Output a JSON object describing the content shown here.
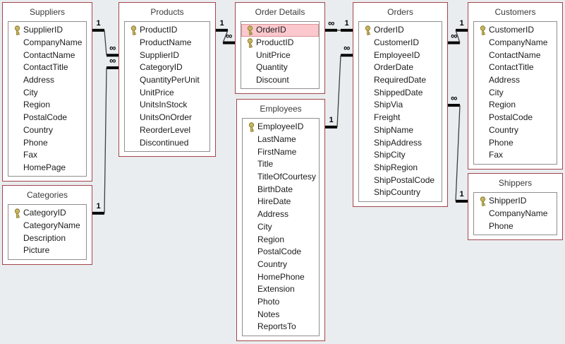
{
  "colors": {
    "canvas_background": "#eaedf0",
    "table_frame_border": "#a2464b",
    "field_box_border": "#8f8f8f",
    "highlight_row_fill": "#fac8cd",
    "highlight_row_border": "#dd9499",
    "relationship_line": "#3e3e3e",
    "join_bar": "#050505",
    "key_icon_gold": "#e0cd68"
  },
  "icons": {
    "primary_key": "key-icon"
  },
  "tables": [
    {
      "id": "suppliers",
      "title": "Suppliers",
      "fields": [
        {
          "name": "SupplierID",
          "key": true
        },
        {
          "name": "CompanyName"
        },
        {
          "name": "ContactName"
        },
        {
          "name": "ContactTitle"
        },
        {
          "name": "Address"
        },
        {
          "name": "City"
        },
        {
          "name": "Region"
        },
        {
          "name": "PostalCode"
        },
        {
          "name": "Country"
        },
        {
          "name": "Phone"
        },
        {
          "name": "Fax"
        },
        {
          "name": "HomePage"
        }
      ]
    },
    {
      "id": "categories",
      "title": "Categories",
      "fields": [
        {
          "name": "CategoryID",
          "key": true
        },
        {
          "name": "CategoryName"
        },
        {
          "name": "Description"
        },
        {
          "name": "Picture"
        }
      ]
    },
    {
      "id": "products",
      "title": "Products",
      "fields": [
        {
          "name": "ProductID",
          "key": true
        },
        {
          "name": "ProductName"
        },
        {
          "name": "SupplierID"
        },
        {
          "name": "CategoryID"
        },
        {
          "name": "QuantityPerUnit"
        },
        {
          "name": "UnitPrice"
        },
        {
          "name": "UnitsInStock"
        },
        {
          "name": "UnitsOnOrder"
        },
        {
          "name": "ReorderLevel"
        },
        {
          "name": "Discontinued"
        }
      ]
    },
    {
      "id": "order_details",
      "title": "Order Details",
      "fields": [
        {
          "name": "OrderID",
          "key": true,
          "highlighted": true
        },
        {
          "name": "ProductID",
          "key": true
        },
        {
          "name": "UnitPrice"
        },
        {
          "name": "Quantity"
        },
        {
          "name": "Discount"
        }
      ]
    },
    {
      "id": "employees",
      "title": "Employees",
      "fields": [
        {
          "name": "EmployeeID",
          "key": true
        },
        {
          "name": "LastName"
        },
        {
          "name": "FirstName"
        },
        {
          "name": "Title"
        },
        {
          "name": "TitleOfCourtesy"
        },
        {
          "name": "BirthDate"
        },
        {
          "name": "HireDate"
        },
        {
          "name": "Address"
        },
        {
          "name": "City"
        },
        {
          "name": "Region"
        },
        {
          "name": "PostalCode"
        },
        {
          "name": "Country"
        },
        {
          "name": "HomePhone"
        },
        {
          "name": "Extension"
        },
        {
          "name": "Photo"
        },
        {
          "name": "Notes"
        },
        {
          "name": "ReportsTo"
        }
      ]
    },
    {
      "id": "orders",
      "title": "Orders",
      "fields": [
        {
          "name": "OrderID",
          "key": true
        },
        {
          "name": "CustomerID"
        },
        {
          "name": "EmployeeID"
        },
        {
          "name": "OrderDate"
        },
        {
          "name": "RequiredDate"
        },
        {
          "name": "ShippedDate"
        },
        {
          "name": "ShipVia"
        },
        {
          "name": "Freight"
        },
        {
          "name": "ShipName"
        },
        {
          "name": "ShipAddress"
        },
        {
          "name": "ShipCity"
        },
        {
          "name": "ShipRegion"
        },
        {
          "name": "ShipPostalCode"
        },
        {
          "name": "ShipCountry"
        }
      ]
    },
    {
      "id": "customers",
      "title": "Customers",
      "fields": [
        {
          "name": "CustomerID",
          "key": true
        },
        {
          "name": "CompanyName"
        },
        {
          "name": "ContactName"
        },
        {
          "name": "ContactTitle"
        },
        {
          "name": "Address"
        },
        {
          "name": "City"
        },
        {
          "name": "Region"
        },
        {
          "name": "PostalCode"
        },
        {
          "name": "Country"
        },
        {
          "name": "Phone"
        },
        {
          "name": "Fax"
        }
      ]
    },
    {
      "id": "shippers",
      "title": "Shippers",
      "fields": [
        {
          "name": "ShipperID",
          "key": true
        },
        {
          "name": "CompanyName"
        },
        {
          "name": "Phone"
        }
      ]
    }
  ],
  "relationships": [
    {
      "one": {
        "table": "Suppliers",
        "field": "SupplierID",
        "label": "1"
      },
      "many": {
        "table": "Products",
        "field": "SupplierID",
        "label": "∞"
      }
    },
    {
      "one": {
        "table": "Categories",
        "field": "CategoryID",
        "label": "1"
      },
      "many": {
        "table": "Products",
        "field": "CategoryID",
        "label": "∞"
      }
    },
    {
      "one": {
        "table": "Products",
        "field": "ProductID",
        "label": "1"
      },
      "many": {
        "table": "Order Details",
        "field": "ProductID",
        "label": "∞"
      }
    },
    {
      "one": {
        "table": "Orders",
        "field": "OrderID",
        "label": "1"
      },
      "many": {
        "table": "Order Details",
        "field": "OrderID",
        "label": "∞"
      }
    },
    {
      "one": {
        "table": "Employees",
        "field": "EmployeeID",
        "label": "1"
      },
      "many": {
        "table": "Orders",
        "field": "EmployeeID",
        "label": "∞"
      }
    },
    {
      "one": {
        "table": "Customers",
        "field": "CustomerID",
        "label": "1"
      },
      "many": {
        "table": "Orders",
        "field": "CustomerID",
        "label": "∞"
      }
    },
    {
      "one": {
        "table": "Shippers",
        "field": "ShipperID",
        "label": "1"
      },
      "many": {
        "table": "Orders",
        "field": "ShipVia",
        "label": "∞"
      }
    }
  ]
}
